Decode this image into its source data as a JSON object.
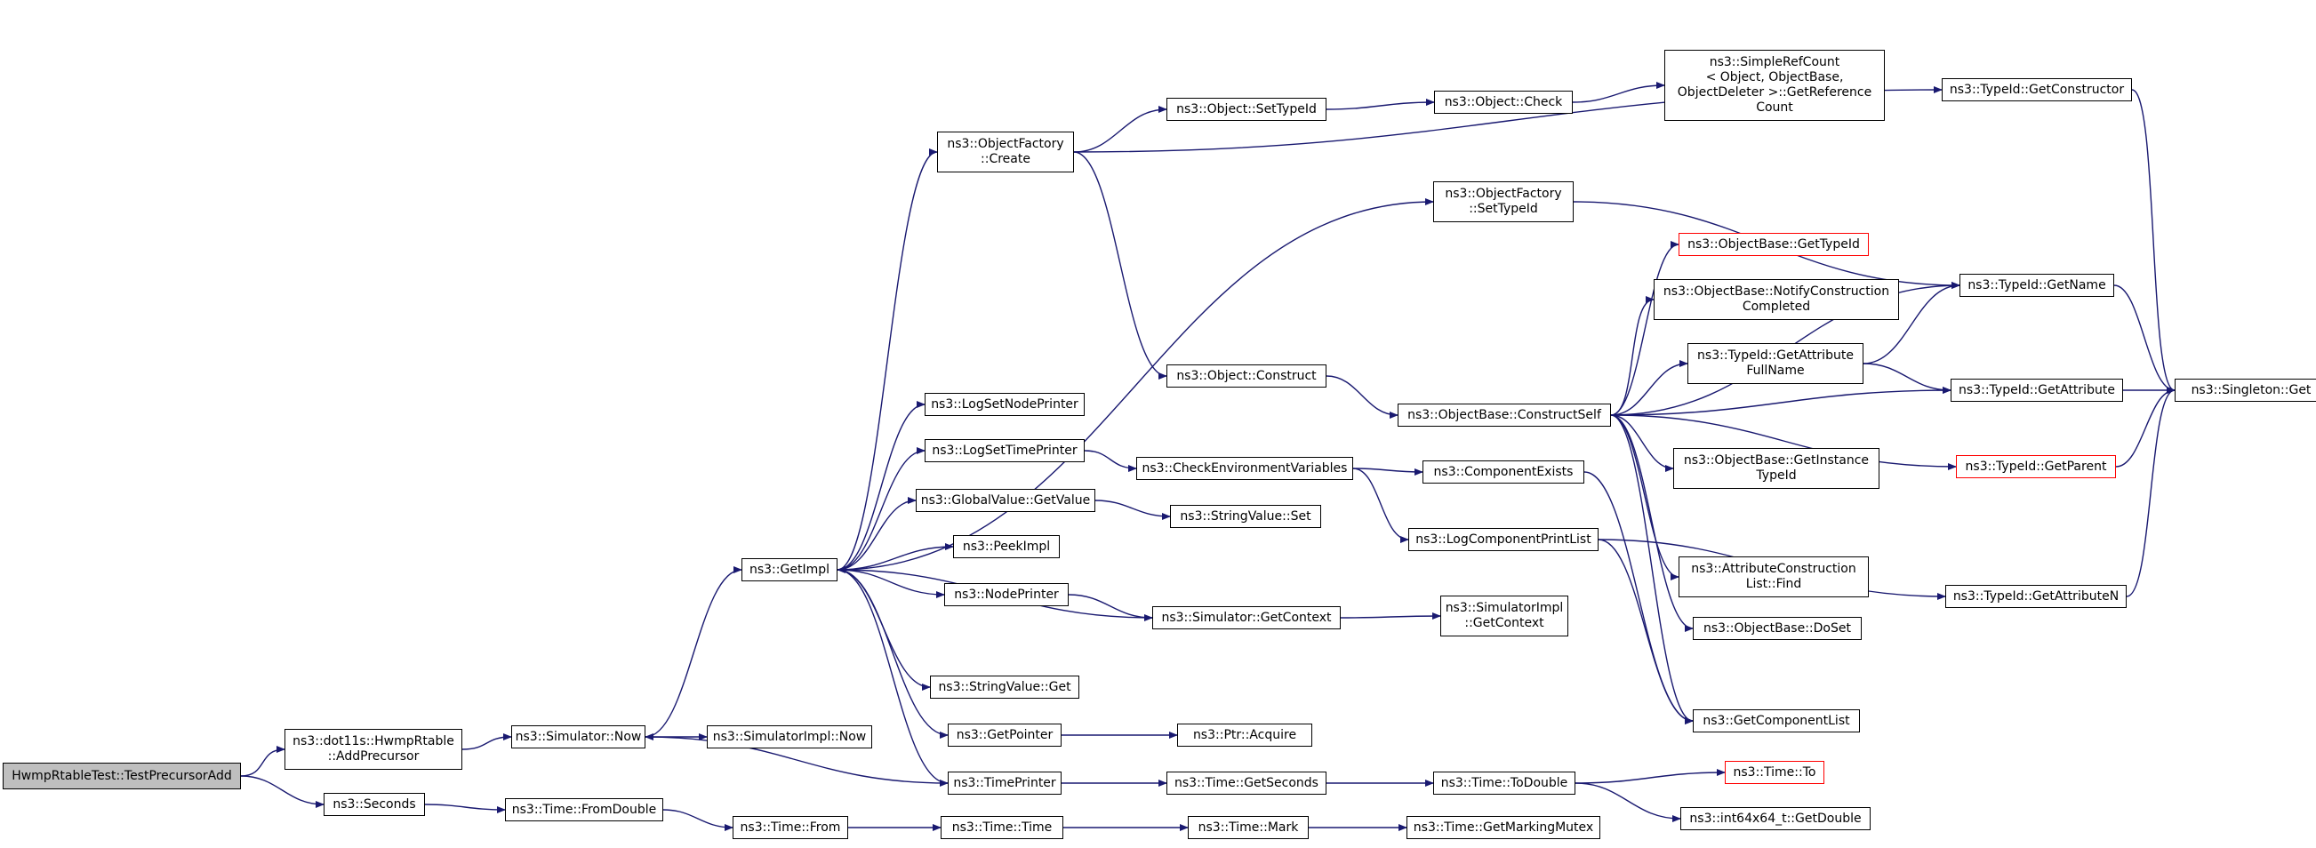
{
  "colors": {
    "edge": "#191970",
    "border": "#000000",
    "undocumented_border": "#ff0000",
    "root_fill": "#bfbfbf"
  },
  "nodes": [
    {
      "id": "n0",
      "lines": [
        "HwmpRtableTest::TestPrecursorAdd"
      ],
      "style": "root"
    },
    {
      "id": "n1",
      "lines": [
        "ns3::dot11s::HwmpRtable",
        "::AddPrecursor"
      ]
    },
    {
      "id": "n2",
      "lines": [
        "ns3::Seconds"
      ]
    },
    {
      "id": "n3",
      "lines": [
        "ns3::Simulator::Now"
      ]
    },
    {
      "id": "n4",
      "lines": [
        "ns3::Time::FromDouble"
      ]
    },
    {
      "id": "n5",
      "lines": [
        "ns3::GetImpl"
      ]
    },
    {
      "id": "n6",
      "lines": [
        "ns3::SimulatorImpl::Now"
      ]
    },
    {
      "id": "n7",
      "lines": [
        "ns3::Time::From"
      ]
    },
    {
      "id": "n8",
      "lines": [
        "ns3::ObjectFactory",
        "::Create"
      ]
    },
    {
      "id": "n9",
      "lines": [
        "ns3::LogSetNodePrinter"
      ]
    },
    {
      "id": "n10",
      "lines": [
        "ns3::LogSetTimePrinter"
      ]
    },
    {
      "id": "n11",
      "lines": [
        "ns3::GlobalValue::GetValue"
      ]
    },
    {
      "id": "n12",
      "lines": [
        "ns3::PeekImpl"
      ]
    },
    {
      "id": "n13",
      "lines": [
        "ns3::NodePrinter"
      ]
    },
    {
      "id": "n14",
      "lines": [
        "ns3::StringValue::Get"
      ]
    },
    {
      "id": "n15",
      "lines": [
        "ns3::GetPointer"
      ]
    },
    {
      "id": "n16",
      "lines": [
        "ns3::TimePrinter"
      ]
    },
    {
      "id": "n17",
      "lines": [
        "ns3::Time::Time"
      ]
    },
    {
      "id": "n18",
      "lines": [
        "ns3::Object::SetTypeId"
      ]
    },
    {
      "id": "n19",
      "lines": [
        "ns3::Object::Construct"
      ]
    },
    {
      "id": "n20",
      "lines": [
        "ns3::CheckEnvironmentVariables"
      ]
    },
    {
      "id": "n21",
      "lines": [
        "ns3::StringValue::Set"
      ]
    },
    {
      "id": "n22",
      "lines": [
        "ns3::Simulator::GetContext"
      ]
    },
    {
      "id": "n23",
      "lines": [
        "ns3::Ptr::Acquire"
      ]
    },
    {
      "id": "n24",
      "lines": [
        "ns3::Time::GetSeconds"
      ]
    },
    {
      "id": "n25",
      "lines": [
        "ns3::Time::Mark"
      ]
    },
    {
      "id": "n26",
      "lines": [
        "ns3::Object::Check"
      ]
    },
    {
      "id": "n27",
      "lines": [
        "ns3::ObjectFactory",
        "::SetTypeId"
      ]
    },
    {
      "id": "n28",
      "lines": [
        "ns3::ObjectBase::ConstructSelf"
      ]
    },
    {
      "id": "n29",
      "lines": [
        "ns3::ComponentExists"
      ]
    },
    {
      "id": "n30",
      "lines": [
        "ns3::LogComponentPrintList"
      ]
    },
    {
      "id": "n31",
      "lines": [
        "ns3::SimulatorImpl",
        "::GetContext"
      ]
    },
    {
      "id": "n32",
      "lines": [
        "ns3::Time::ToDouble"
      ]
    },
    {
      "id": "n33",
      "lines": [
        "ns3::Time::GetMarkingMutex"
      ]
    },
    {
      "id": "n34",
      "lines": [
        "ns3::SimpleRefCount",
        "< Object, ObjectBase,",
        "ObjectDeleter >::GetReference",
        "Count"
      ]
    },
    {
      "id": "n35",
      "lines": [
        "ns3::ObjectBase::GetTypeId"
      ],
      "style": "red"
    },
    {
      "id": "n36",
      "lines": [
        "ns3::ObjectBase::NotifyConstruction",
        "Completed"
      ]
    },
    {
      "id": "n37",
      "lines": [
        "ns3::TypeId::GetAttribute",
        "FullName"
      ]
    },
    {
      "id": "n38",
      "lines": [
        "ns3::ObjectBase::GetInstance",
        "TypeId"
      ]
    },
    {
      "id": "n39",
      "lines": [
        "ns3::AttributeConstruction",
        "List::Find"
      ]
    },
    {
      "id": "n40",
      "lines": [
        "ns3::ObjectBase::DoSet"
      ]
    },
    {
      "id": "n41",
      "lines": [
        "ns3::GetComponentList"
      ]
    },
    {
      "id": "n42",
      "lines": [
        "ns3::Time::To"
      ],
      "style": "red"
    },
    {
      "id": "n43",
      "lines": [
        "ns3::int64x64_t::GetDouble"
      ]
    },
    {
      "id": "n44",
      "lines": [
        "ns3::TypeId::GetConstructor"
      ]
    },
    {
      "id": "n45",
      "lines": [
        "ns3::TypeId::GetName"
      ]
    },
    {
      "id": "n46",
      "lines": [
        "ns3::TypeId::GetAttribute"
      ]
    },
    {
      "id": "n47",
      "lines": [
        "ns3::TypeId::GetParent"
      ],
      "style": "red"
    },
    {
      "id": "n48",
      "lines": [
        "ns3::TypeId::GetAttributeN"
      ]
    },
    {
      "id": "n49",
      "lines": [
        "ns3::Singleton::Get"
      ]
    }
  ],
  "edges": [
    [
      "n0",
      "n1"
    ],
    [
      "n0",
      "n2"
    ],
    [
      "n1",
      "n3"
    ],
    [
      "n2",
      "n4"
    ],
    [
      "n3",
      "n5"
    ],
    [
      "n3",
      "n6"
    ],
    [
      "n4",
      "n7"
    ],
    [
      "n5",
      "n8"
    ],
    [
      "n5",
      "n9"
    ],
    [
      "n5",
      "n10"
    ],
    [
      "n5",
      "n11"
    ],
    [
      "n5",
      "n12"
    ],
    [
      "n5",
      "n13"
    ],
    [
      "n5",
      "n14"
    ],
    [
      "n5",
      "n15"
    ],
    [
      "n5",
      "n16"
    ],
    [
      "n5",
      "n27"
    ],
    [
      "n7",
      "n17"
    ],
    [
      "n8",
      "n18"
    ],
    [
      "n8",
      "n19"
    ],
    [
      "n8",
      "n44"
    ],
    [
      "n10",
      "n20"
    ],
    [
      "n11",
      "n21"
    ],
    [
      "n13",
      "n22"
    ],
    [
      "n15",
      "n23"
    ],
    [
      "n16",
      "n24"
    ],
    [
      "n16",
      "n3"
    ],
    [
      "n17",
      "n25"
    ],
    [
      "n18",
      "n26"
    ],
    [
      "n19",
      "n28"
    ],
    [
      "n20",
      "n29"
    ],
    [
      "n20",
      "n30"
    ],
    [
      "n22",
      "n5"
    ],
    [
      "n22",
      "n31"
    ],
    [
      "n24",
      "n32"
    ],
    [
      "n25",
      "n33"
    ],
    [
      "n26",
      "n34"
    ],
    [
      "n27",
      "n45"
    ],
    [
      "n28",
      "n35"
    ],
    [
      "n28",
      "n36"
    ],
    [
      "n28",
      "n37"
    ],
    [
      "n28",
      "n46"
    ],
    [
      "n28",
      "n38"
    ],
    [
      "n28",
      "n39"
    ],
    [
      "n28",
      "n40"
    ],
    [
      "n28",
      "n41"
    ],
    [
      "n28",
      "n45"
    ],
    [
      "n28",
      "n47"
    ],
    [
      "n29",
      "n41"
    ],
    [
      "n30",
      "n41"
    ],
    [
      "n30",
      "n48"
    ],
    [
      "n32",
      "n42"
    ],
    [
      "n32",
      "n43"
    ],
    [
      "n37",
      "n45"
    ],
    [
      "n37",
      "n46"
    ],
    [
      "n44",
      "n49"
    ],
    [
      "n45",
      "n49"
    ],
    [
      "n46",
      "n49"
    ],
    [
      "n47",
      "n49"
    ],
    [
      "n48",
      "n49"
    ]
  ]
}
